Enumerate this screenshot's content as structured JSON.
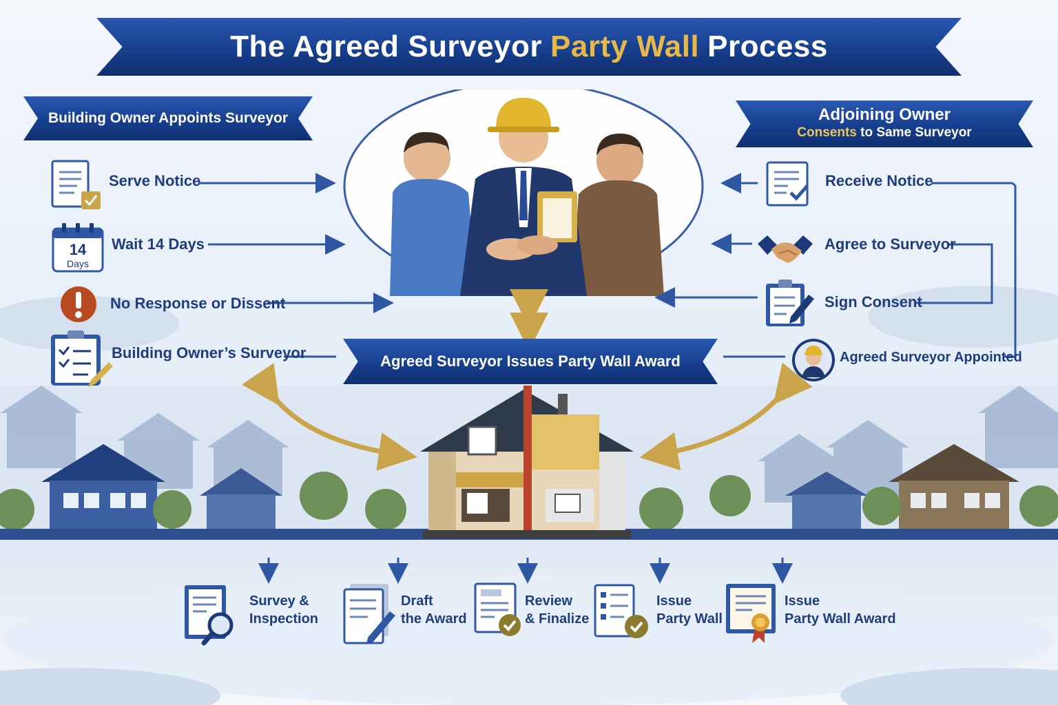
{
  "title": {
    "part1": "The Agreed Surveyor",
    "part2": "Party Wall",
    "part3": "Process"
  },
  "left_banner": "Building Owner Appoints Surveyor",
  "right_banner": {
    "line1": "Adjoining Owner",
    "line2_highlight": "Consents",
    "line2_rest": "to Same Surveyor"
  },
  "left_steps": [
    {
      "label": "Serve Notice",
      "icon": "document-check-icon"
    },
    {
      "label": "Wait 14 Days",
      "icon": "calendar-icon"
    },
    {
      "label": "No Response or Dissent",
      "icon": "exclamation-icon"
    },
    {
      "label": "Building Owner’s Surveyor",
      "icon": "clipboard-checklist-icon"
    }
  ],
  "calendar": {
    "number": "14",
    "unit": "Days"
  },
  "right_steps": [
    {
      "label": "Receive Notice",
      "icon": "document-check-icon"
    },
    {
      "label": "Agree to Surveyor",
      "icon": "handshake-icon"
    },
    {
      "label": "Sign Consent",
      "icon": "clipboard-pen-icon"
    },
    {
      "label": "Agreed Surveyor Appointed",
      "icon": "surveyor-avatar-icon"
    }
  ],
  "center_banner": "Agreed Surveyor Issues Party Wall Award",
  "bottom_steps": [
    {
      "line1": "Survey &",
      "line2": "Inspection",
      "icon": "document-magnifier-icon"
    },
    {
      "line1": "Draft",
      "line2": "the Award",
      "icon": "document-pen-icon"
    },
    {
      "line1": "Review",
      "line2": "& Finalize",
      "icon": "document-check-icon"
    },
    {
      "line1": "Issue",
      "line2": "Party Wall",
      "icon": "checklist-check-icon"
    },
    {
      "line1": "Issue",
      "line2": "Party Wall Award",
      "icon": "certificate-ribbon-icon"
    }
  ],
  "colors": {
    "navy": "#173f8e",
    "gold": "#c9a44a",
    "text": "#1f3d7a",
    "background": "#eaf1f9"
  }
}
